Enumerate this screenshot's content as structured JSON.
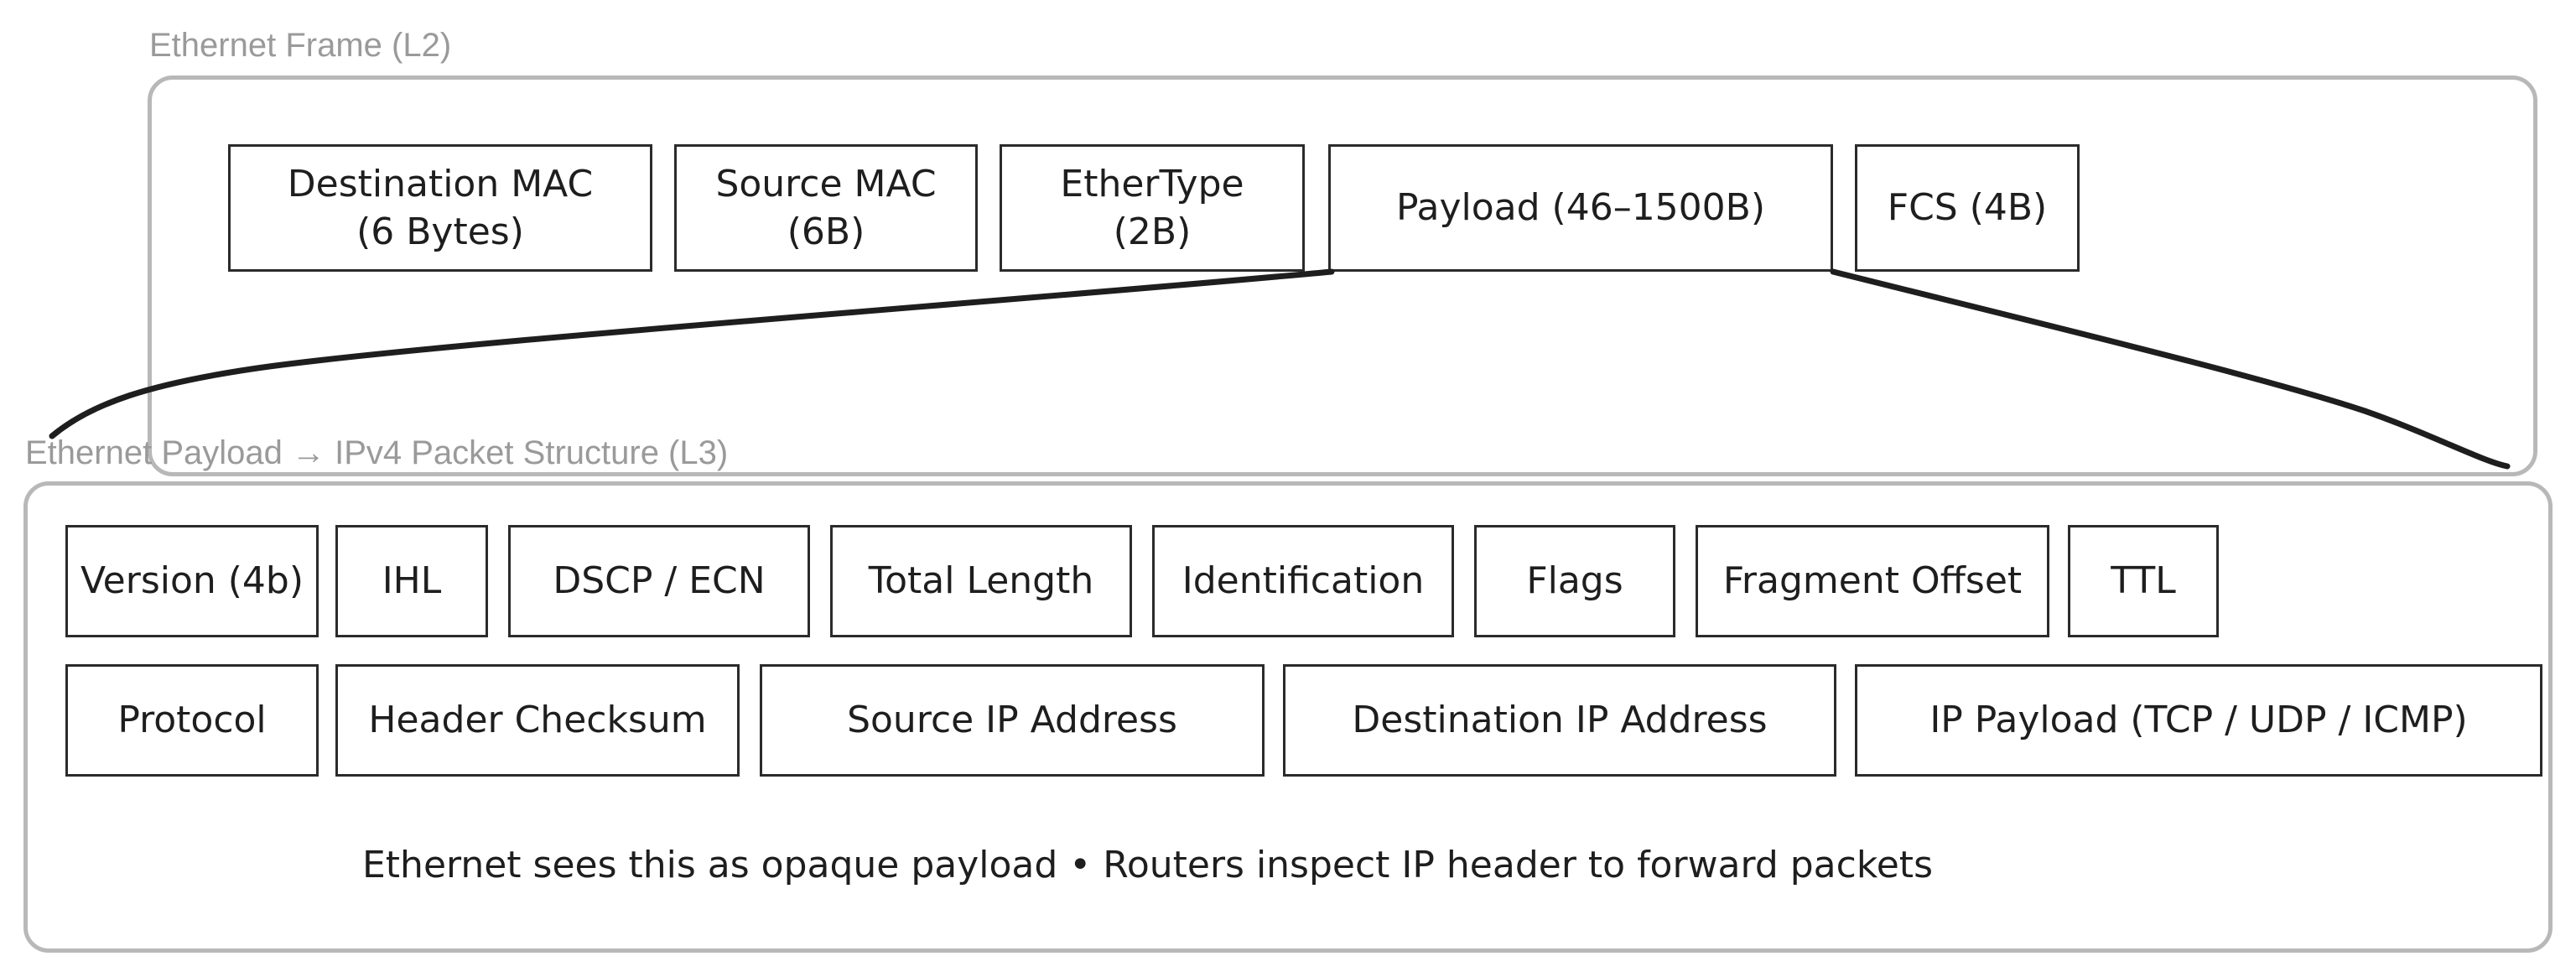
{
  "ethernet_frame": {
    "label": "Ethernet Frame (L2)",
    "fields": [
      "Destination MAC\n(6 Bytes)",
      "Source MAC\n(6B)",
      "EtherType\n(2B)",
      "Payload (46–1500B)",
      "FCS (4B)"
    ]
  },
  "ipv4_packet": {
    "label": "Ethernet Payload → IPv4 Packet Structure (L3)",
    "row1": [
      "Version (4b)",
      "IHL",
      "DSCP / ECN",
      "Total Length",
      "Identification",
      "Flags",
      "Fragment Offset",
      "TTL"
    ],
    "row2": [
      "Protocol",
      "Header Checksum",
      "Source IP Address",
      "Destination IP Address",
      "IP Payload (TCP / UDP / ICMP)"
    ],
    "note": "Ethernet sees this as opaque payload • Routers inspect IP header to forward packets"
  },
  "colors": {
    "frame_border": "#b8b8b8",
    "label_text": "#9a9a9a",
    "box_border": "#2b2b2b",
    "text": "#1e1e1e"
  }
}
